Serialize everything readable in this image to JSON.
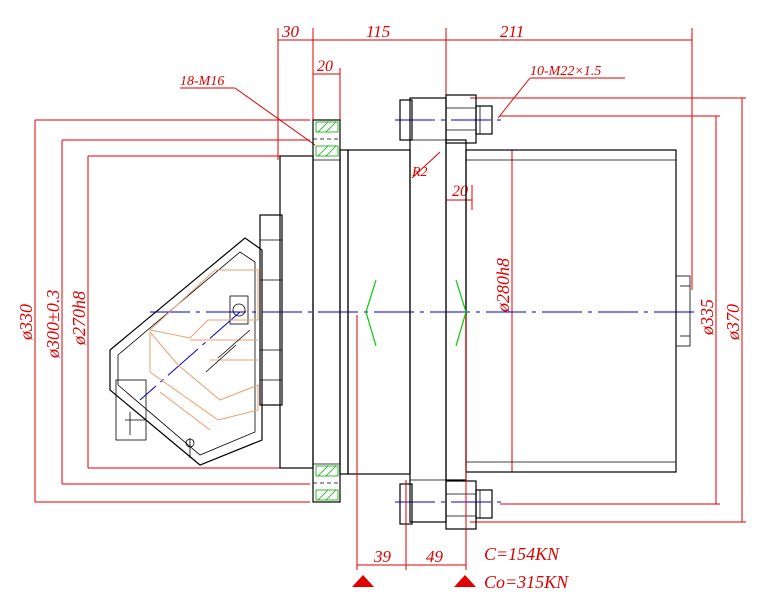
{
  "drawing": {
    "dims_top": [
      "30",
      "115",
      "211",
      "20",
      "20"
    ],
    "labels": {
      "bolts_small": "18-M16",
      "bolts_large": "10-M22×1.5",
      "radius": "R2"
    },
    "diameters": {
      "d330": "ø330",
      "d300": "ø300±0.3",
      "d270": "ø270h8",
      "d280": "ø280h8",
      "d335": "ø335",
      "d370": "ø370"
    },
    "dims_bottom": [
      "39",
      "49"
    ],
    "loads": {
      "c": "C=154KN",
      "co": "Co=315KN"
    }
  },
  "colors": {
    "dimension": "#e00000",
    "outline": "#000000",
    "centerline": "#0000cc",
    "hidden": "#e8a070",
    "hatch": "#00aa00"
  }
}
